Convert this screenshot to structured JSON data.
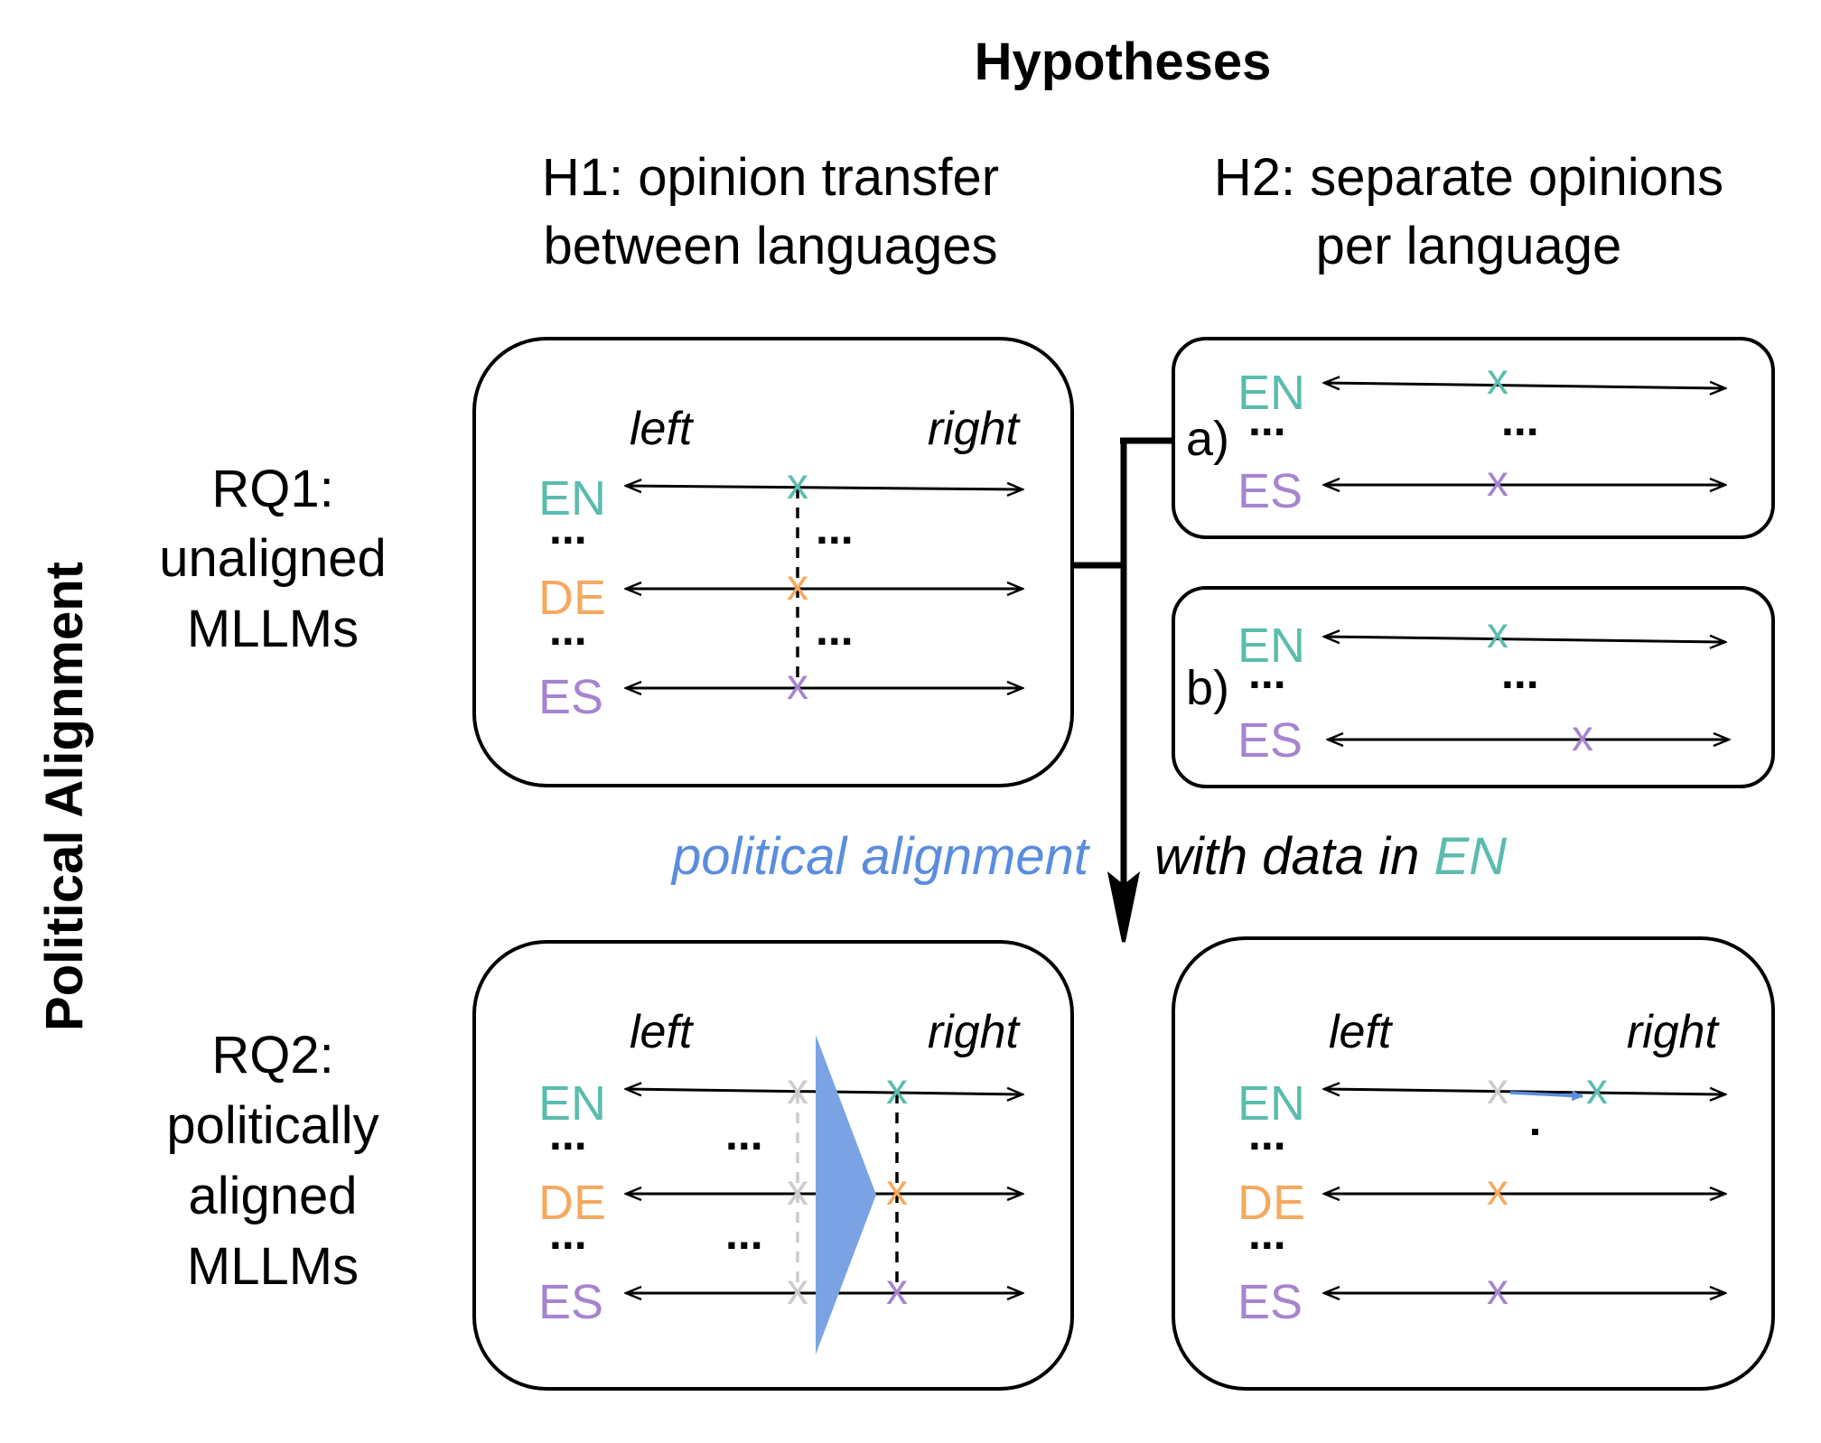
{
  "title": "Hypotheses",
  "side_label": "Political Alignment",
  "columns": {
    "h1": [
      "H1: opinion transfer",
      "between languages"
    ],
    "h2": [
      "H2: separate opinions",
      "per language"
    ]
  },
  "rows": {
    "rq1": [
      "RQ1:",
      "unaligned",
      "MLLMs"
    ],
    "rq2": [
      "RQ2:",
      "politically",
      "aligned",
      "MLLMs"
    ]
  },
  "axis": {
    "left": "left",
    "right": "right"
  },
  "ellipsis": "...",
  "variants": {
    "a": "a)",
    "b": "b)"
  },
  "transition": {
    "part1": "political alignment",
    "part2": "with data in ",
    "part3": "EN"
  },
  "languages": {
    "en": "EN",
    "de": "DE",
    "es": "ES"
  },
  "marker": "x",
  "colors": {
    "en": "#5bbcae",
    "de": "#f5a960",
    "es": "#a684cf",
    "neutral": "#cccccc",
    "accent": "#5b8dde",
    "triangle": "#7ba3e4",
    "ink": "#000000"
  },
  "icons": {
    "shift-arrow": "blue-right-arrow-icon",
    "transfer-triangle": "triangle-arrow-icon",
    "main-arrow": "down-arrow-icon"
  }
}
